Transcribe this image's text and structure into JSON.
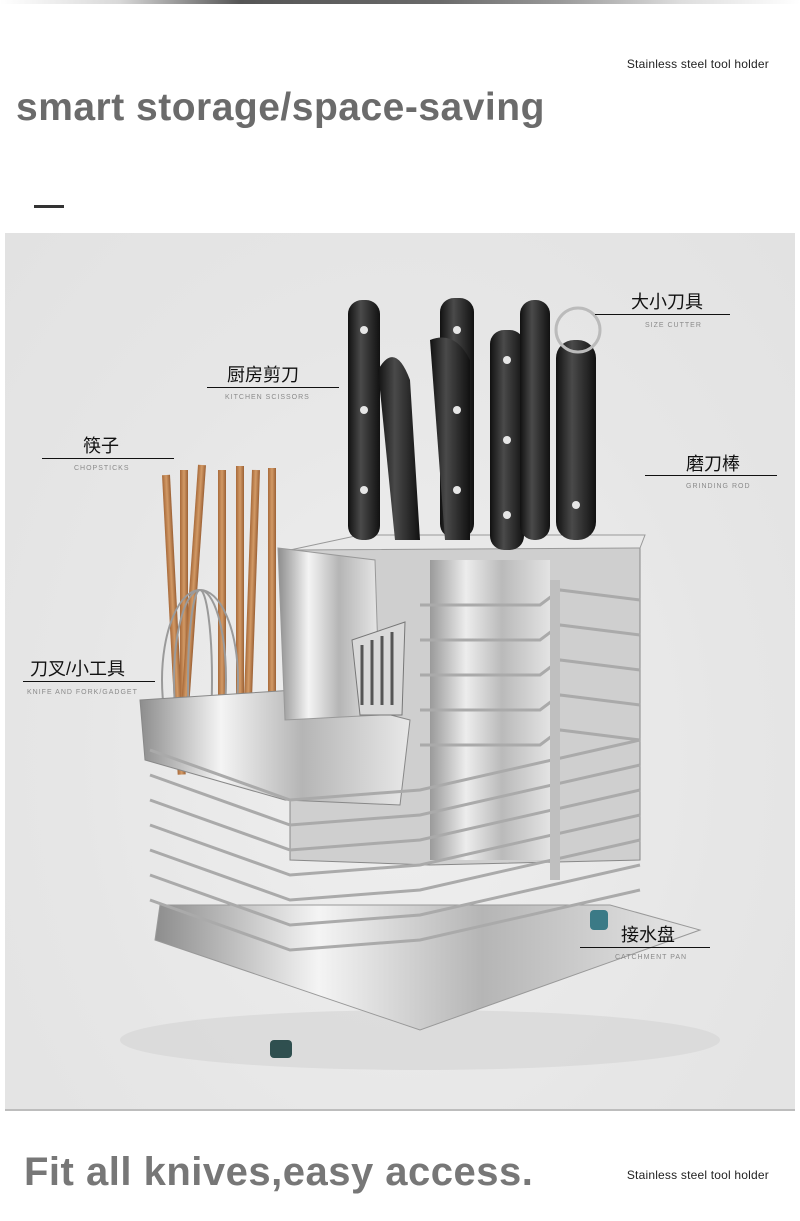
{
  "header": {
    "subtitle": "Stainless steel tool holder",
    "headline": "smart storage/space-saving"
  },
  "product_image": {
    "description": "stainless steel knife and utensil holder with knives, chopsticks, whisk, spatula, grinding rod and drip tray",
    "background_color": "#e6e6e6",
    "callouts": [
      {
        "cn": "大小刀具",
        "en": "SIZE CUTTER"
      },
      {
        "cn": "厨房剪刀",
        "en": "KITCHEN SCISSORS"
      },
      {
        "cn": "筷子",
        "en": "CHOPSTICKS"
      },
      {
        "cn": "磨刀棒",
        "en": "GRINDING ROD"
      },
      {
        "cn": "刀叉/小工具",
        "en": "KNIFE AND FORK/GADGET"
      },
      {
        "cn": "接水盘",
        "en": "CATCHMENT PAN"
      }
    ]
  },
  "footer": {
    "headline": "Fit all knives,easy access.",
    "subtitle": "Stainless steel tool holder"
  },
  "colors": {
    "headline": "#6b6b6b",
    "subtitle": "#222222",
    "callout_en": "#8a8a8a"
  }
}
